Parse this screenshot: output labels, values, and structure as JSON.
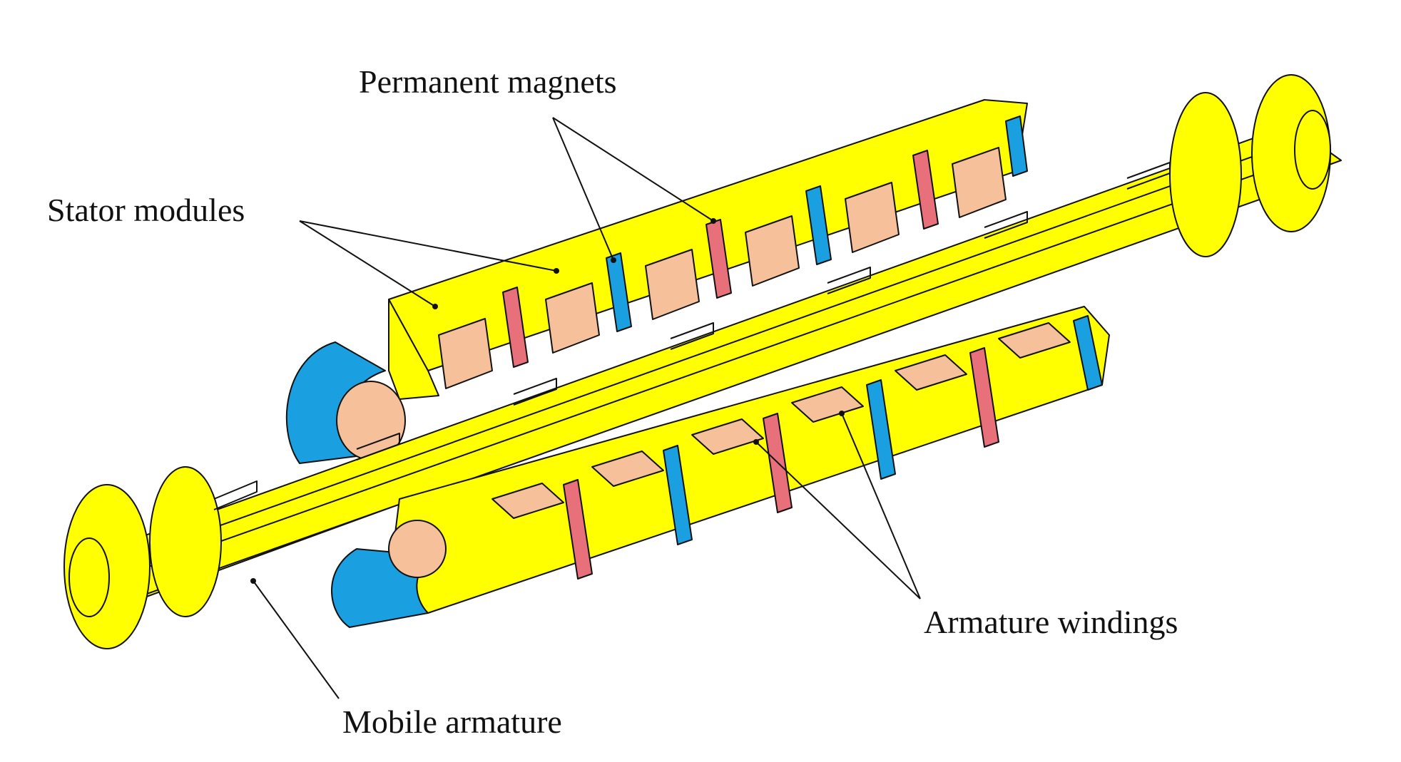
{
  "labels": {
    "permanent_magnets": "Permanent magnets",
    "stator_modules": "Stator modules",
    "armature_windings": "Armature windings",
    "mobile_armature": "Mobile armature"
  },
  "colors": {
    "stator_core": "#ffff00",
    "magnet_blue": "#1aa0e0",
    "magnet_red": "#e8707a",
    "winding": "#f5c09a",
    "outline": "#111111"
  }
}
